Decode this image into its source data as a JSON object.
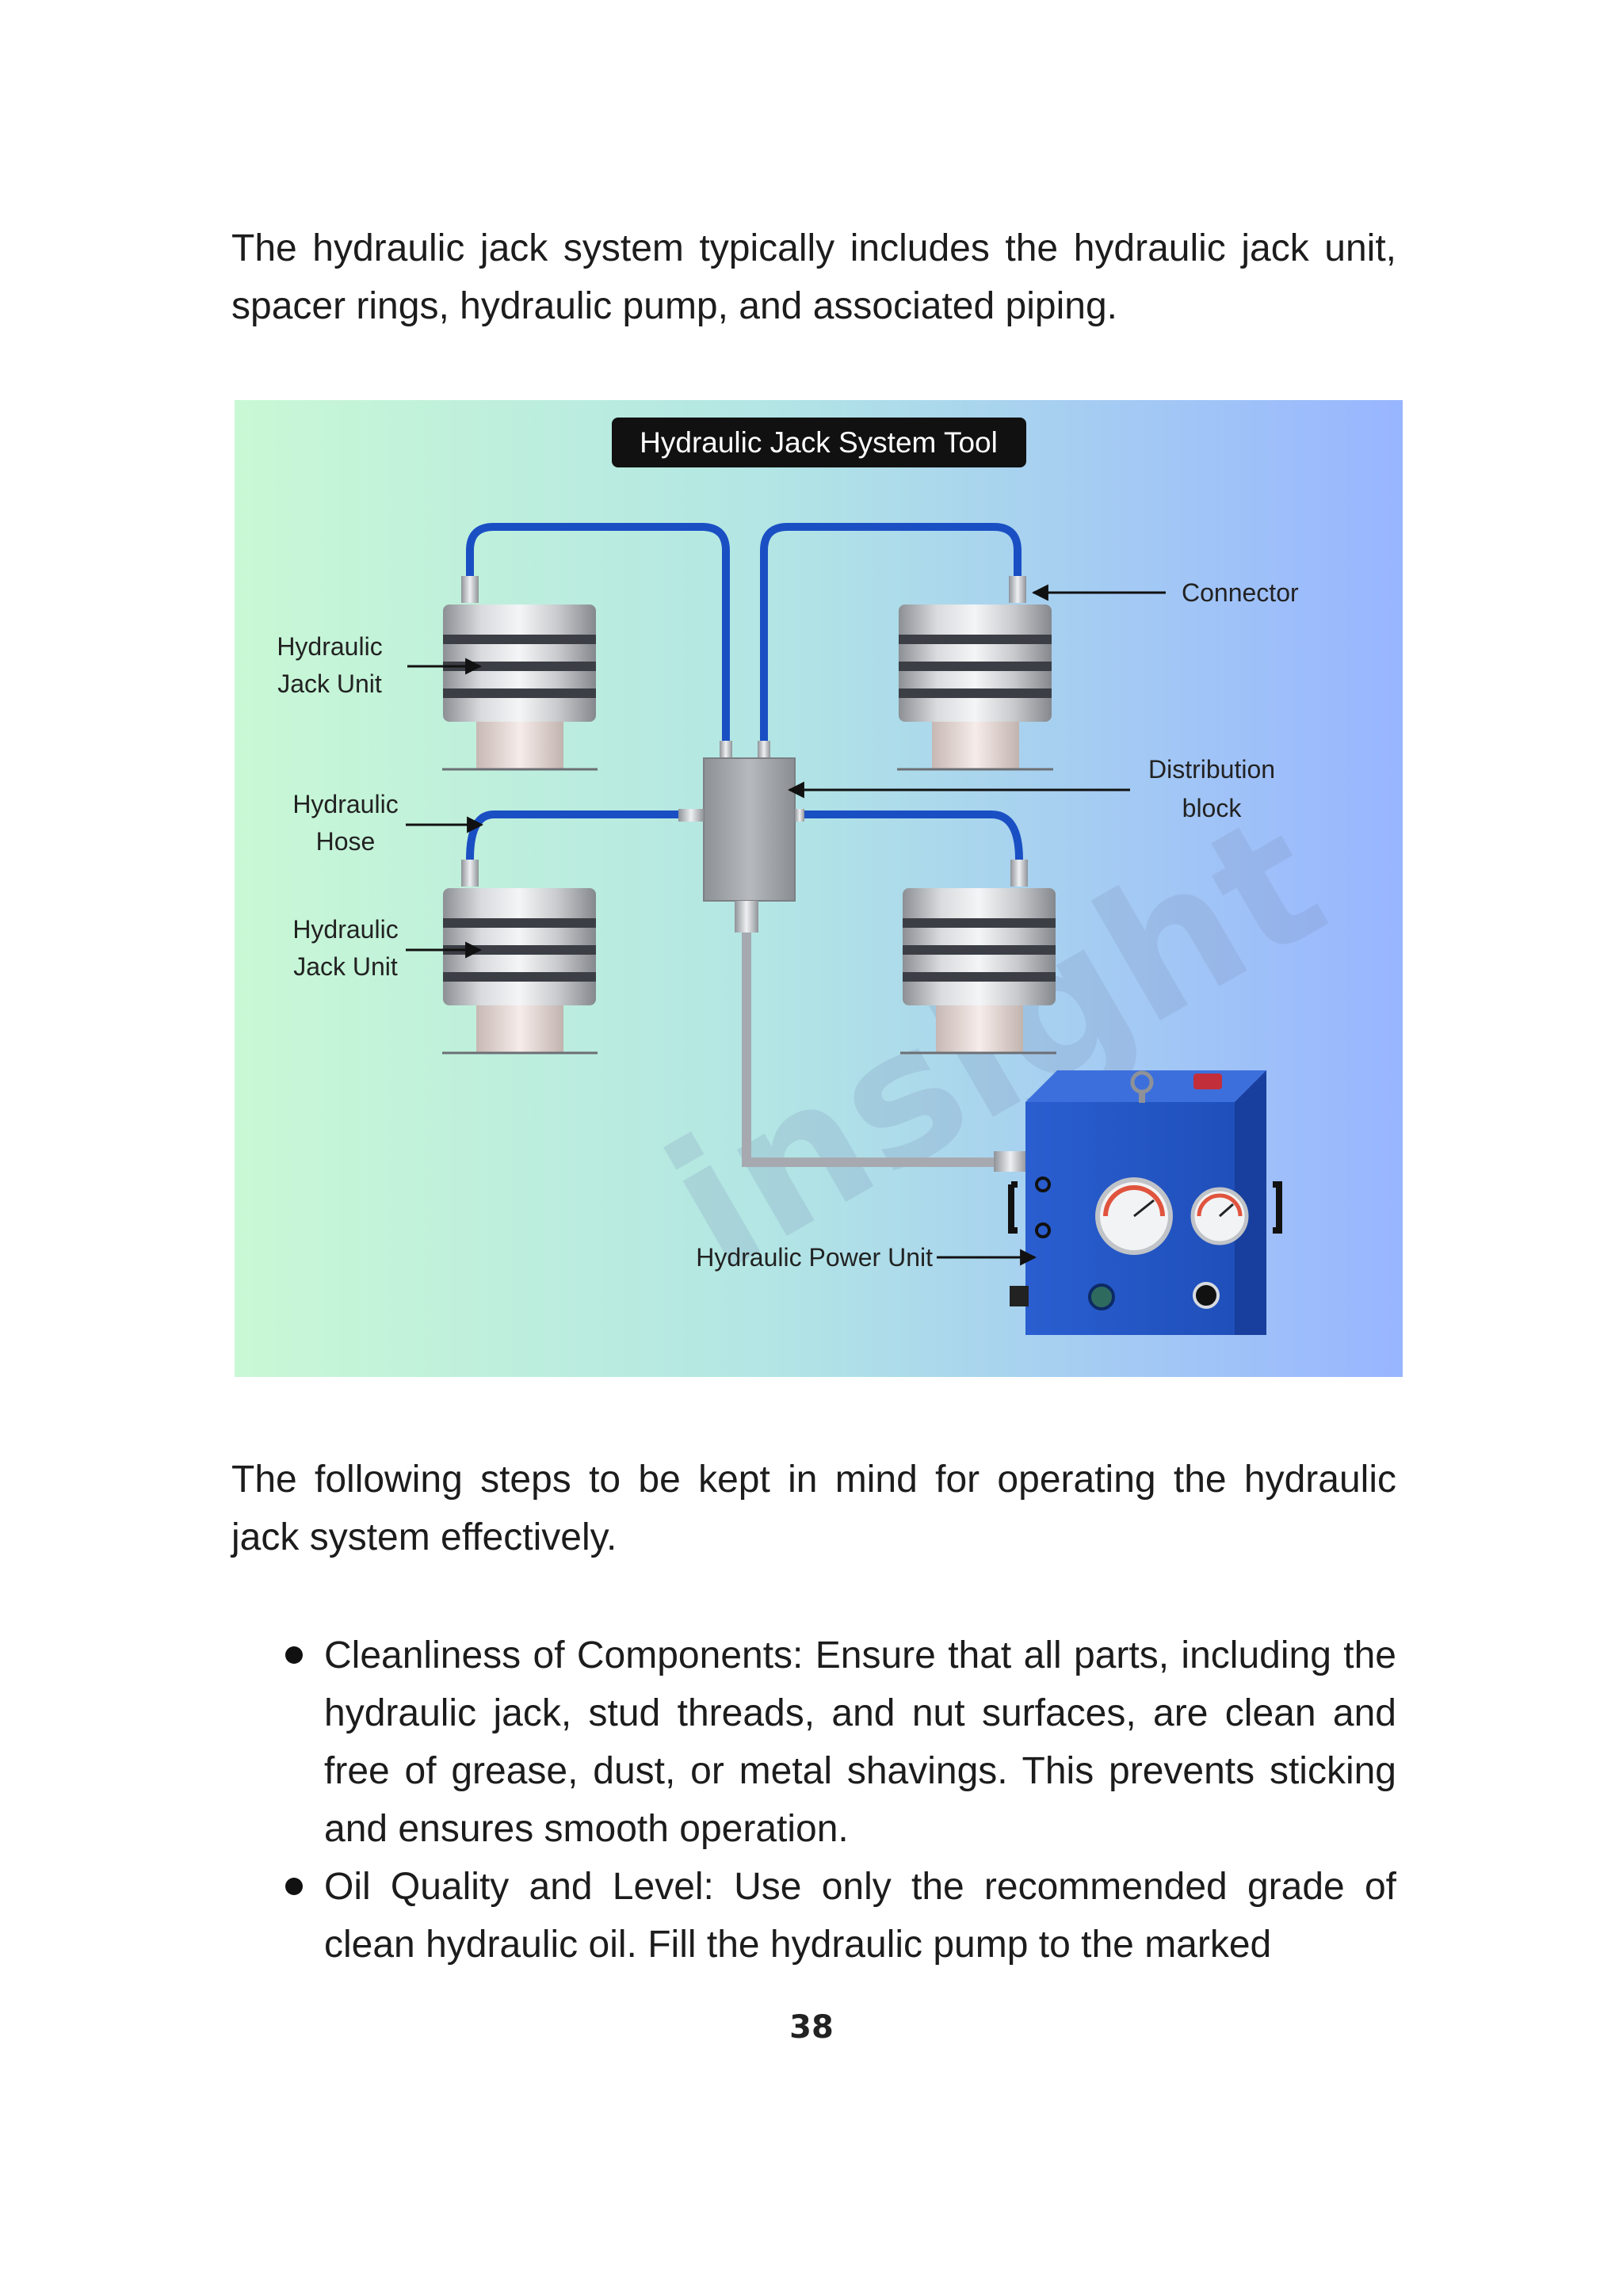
{
  "intro_paragraph": "The hydraulic jack system typically includes the hydraulic jack unit, spacer rings, hydraulic pump, and associated piping.",
  "figure": {
    "title": "Hydraulic Jack System Tool",
    "labels": {
      "connector": "Connector",
      "jack_unit_top_line1": "Hydraulic",
      "jack_unit_top_line2": "Jack Unit",
      "hose_line1": "Hydraulic",
      "hose_line2": "Hose",
      "jack_unit_bottom_line1": "Hydraulic",
      "jack_unit_bottom_line2": "Jack Unit",
      "distribution_line1": "Distribution",
      "distribution_line2": "block",
      "power_unit": "Hydraulic Power Unit"
    },
    "watermark": "insight",
    "colors": {
      "hose": "#1a4fc4",
      "power_unit": "#2457c8",
      "background_left": "#c8f7d6",
      "background_right": "#9db8ff"
    }
  },
  "steps_intro_paragraph": "The following steps to be kept in mind for operating the hydraulic jack system effectively.",
  "bullets": [
    "Cleanliness of Components: Ensure that all parts, including the hydraulic jack, stud threads, and nut surfaces, are clean and free of grease, dust, or metal shavings. This prevents sticking and ensures smooth operation.",
    "Oil Quality and Level: Use only the recommended grade of clean hydraulic oil. Fill the hydraulic pump to the marked"
  ],
  "page_number": "38"
}
